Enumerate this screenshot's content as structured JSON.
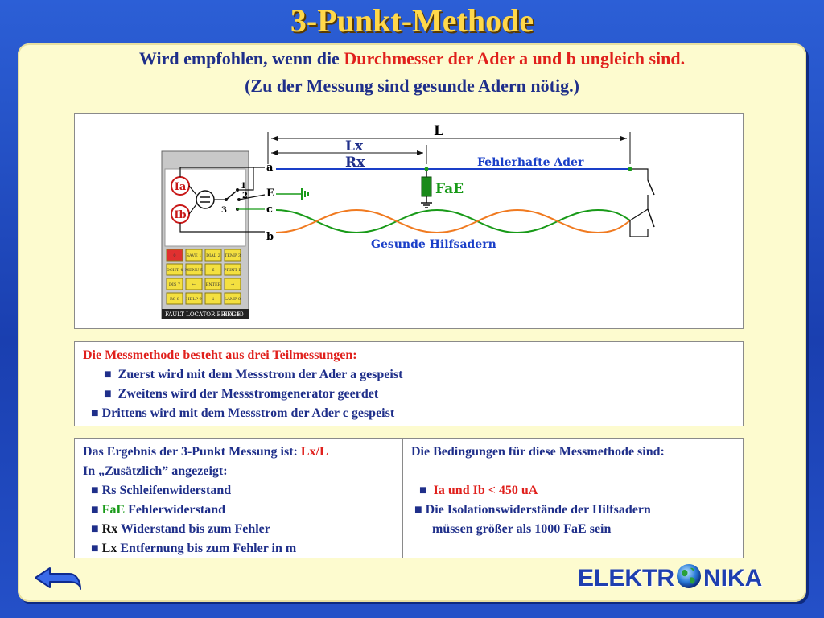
{
  "title": "3-Punkt-Methode",
  "subtitle": {
    "line1_pre": "Wird empfohlen, wenn die ",
    "line1_red": "Durchmesser der Ader a und b ungleich sind.",
    "line2": "(Zu der Messung sind gesunde Adern nötig.)"
  },
  "diagram": {
    "label_L": "L",
    "label_Lx": "Lx",
    "label_Rx": "Rx",
    "label_faulty": "Fehlerhafte Ader",
    "label_FaE": "FaE",
    "label_healthy": "Gesunde Hilfsadern",
    "terminals": [
      "a",
      "E",
      "c",
      "b"
    ],
    "switch_positions": [
      "1",
      "2",
      "3"
    ],
    "meter_Ia": "Ia",
    "meter_Ib": "Ib",
    "device_label": "FAULT LOCATOR BRIDGE",
    "device_model": "EFL 10",
    "keys": [
      [
        "0",
        "SAVE 1",
        "DIAL 2",
        "TEMP 3"
      ],
      [
        "DCHT 4",
        "MENU 5",
        "6",
        "PRINT E"
      ],
      [
        "DIS 7",
        "←",
        "ENTER",
        "→"
      ],
      [
        "RS 8",
        "HELP 9",
        "↓",
        "LAMP 0"
      ]
    ],
    "colors": {
      "wire_blue": "#1a3fc8",
      "wire_green": "#189a18",
      "wire_orange": "#f07a20",
      "fault_green": "#1a8a1a",
      "dim_black": "#111111"
    }
  },
  "method": {
    "heading": "Die Messmethode besteht aus drei Teilmessungen:",
    "bullet": "■",
    "items": [
      "Zuerst wird mit dem Messstrom der Ader a gespeist",
      "Zweitens wird der Messstromgenerator geerdet",
      "Drittens wird mit dem Messstrom der Ader c gespeist"
    ]
  },
  "result": {
    "line1_pre": "Das Ergebnis der 3-Punkt Messung ist: ",
    "line1_red": "Lx/L",
    "line2": "In „Zusätzlich” angezeigt:",
    "items": [
      {
        "key": "Rs",
        "text": " Schleifenwiderstand",
        "key_color": "blue"
      },
      {
        "key": "FaE",
        "text": " Fehlerwiderstand",
        "key_color": "green"
      },
      {
        "key": "Rx",
        "text": " Widerstand bis zum Fehler",
        "key_color": "black"
      },
      {
        "key": "Lx",
        "text": " Entfernung bis zum Fehler in m",
        "key_color": "black"
      }
    ]
  },
  "conditions": {
    "heading": "Die Bedingungen für diese Messmethode sind:",
    "item1": "Ia und Ib < 450 uA",
    "item2_line1": "Die Isolationswiderstände der Hilfsadern",
    "item2_line2": "müssen größer als 1000 FaE sein"
  },
  "logo": {
    "left": "ELEKTR",
    "right": "NIKA"
  },
  "nav": {
    "back_icon": "back-arrow-icon"
  }
}
